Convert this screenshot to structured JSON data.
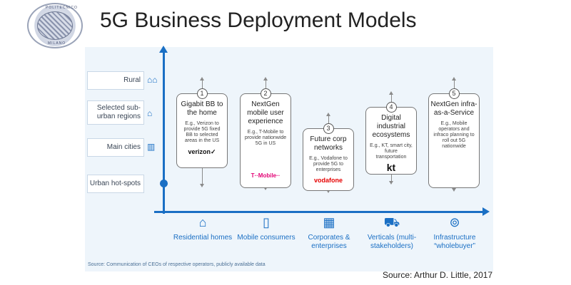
{
  "logo": {
    "text_top": "POLITECNICO",
    "text_bottom": "MILANO"
  },
  "title": "5G Business Deployment Models",
  "y_levels": [
    {
      "label": "Rural",
      "icon": "houses-icon"
    },
    {
      "label": "Selected sub-urban regions",
      "icon": "house-icon"
    },
    {
      "label": "Main cities",
      "icon": "city-icon"
    },
    {
      "label": "Urban hot-spots",
      "icon": "location-pin-icon"
    }
  ],
  "models": [
    {
      "num": "1",
      "title": "Gigabit BB to the home",
      "desc": "E.g., Verizon to provide 5G fixed BB to selected areas in the US",
      "brand": "verizon✓"
    },
    {
      "num": "2",
      "title": "NextGen mobile user experience",
      "desc": "E.g., T-Mobile to provide nationwide 5G in US",
      "brand": "T··Mobile··"
    },
    {
      "num": "3",
      "title": "Future corp networks",
      "desc": "E.g., Vodafone to provide 5G to enterprises",
      "brand": "vodafone"
    },
    {
      "num": "4",
      "title": "Digital industrial ecosystems",
      "desc": "E.g., KT, smart city, future transportation",
      "brand": "kt"
    },
    {
      "num": "5",
      "title": "NextGen infra-as-a-Service",
      "desc": "E.g., Mobile operators and infraco planning to roll out 5G nationwide",
      "brand": ""
    }
  ],
  "categories": [
    {
      "label": "Residential homes",
      "icon": "home-icon"
    },
    {
      "label": "Mobile consumers",
      "icon": "smartphone-icon"
    },
    {
      "label": "Corporates & enterprises",
      "icon": "building-icon"
    },
    {
      "label": "Verticals (multi-stakeholders)",
      "icon": "car-wifi-icon"
    },
    {
      "label": "Infrastructure “wholebuyer”",
      "icon": "antenna-icon"
    }
  ],
  "footnote": "Source: Communication of CEOs of respective operators, publicly available data",
  "source": "Source: Arthur D. Little, 2017",
  "colors": {
    "axis": "#1a6fc4",
    "panel": "#eef5fb",
    "verizon": "#cd040b",
    "tmobile": "#e20074",
    "vodafone": "#e60000",
    "kt": "#e4002b"
  }
}
